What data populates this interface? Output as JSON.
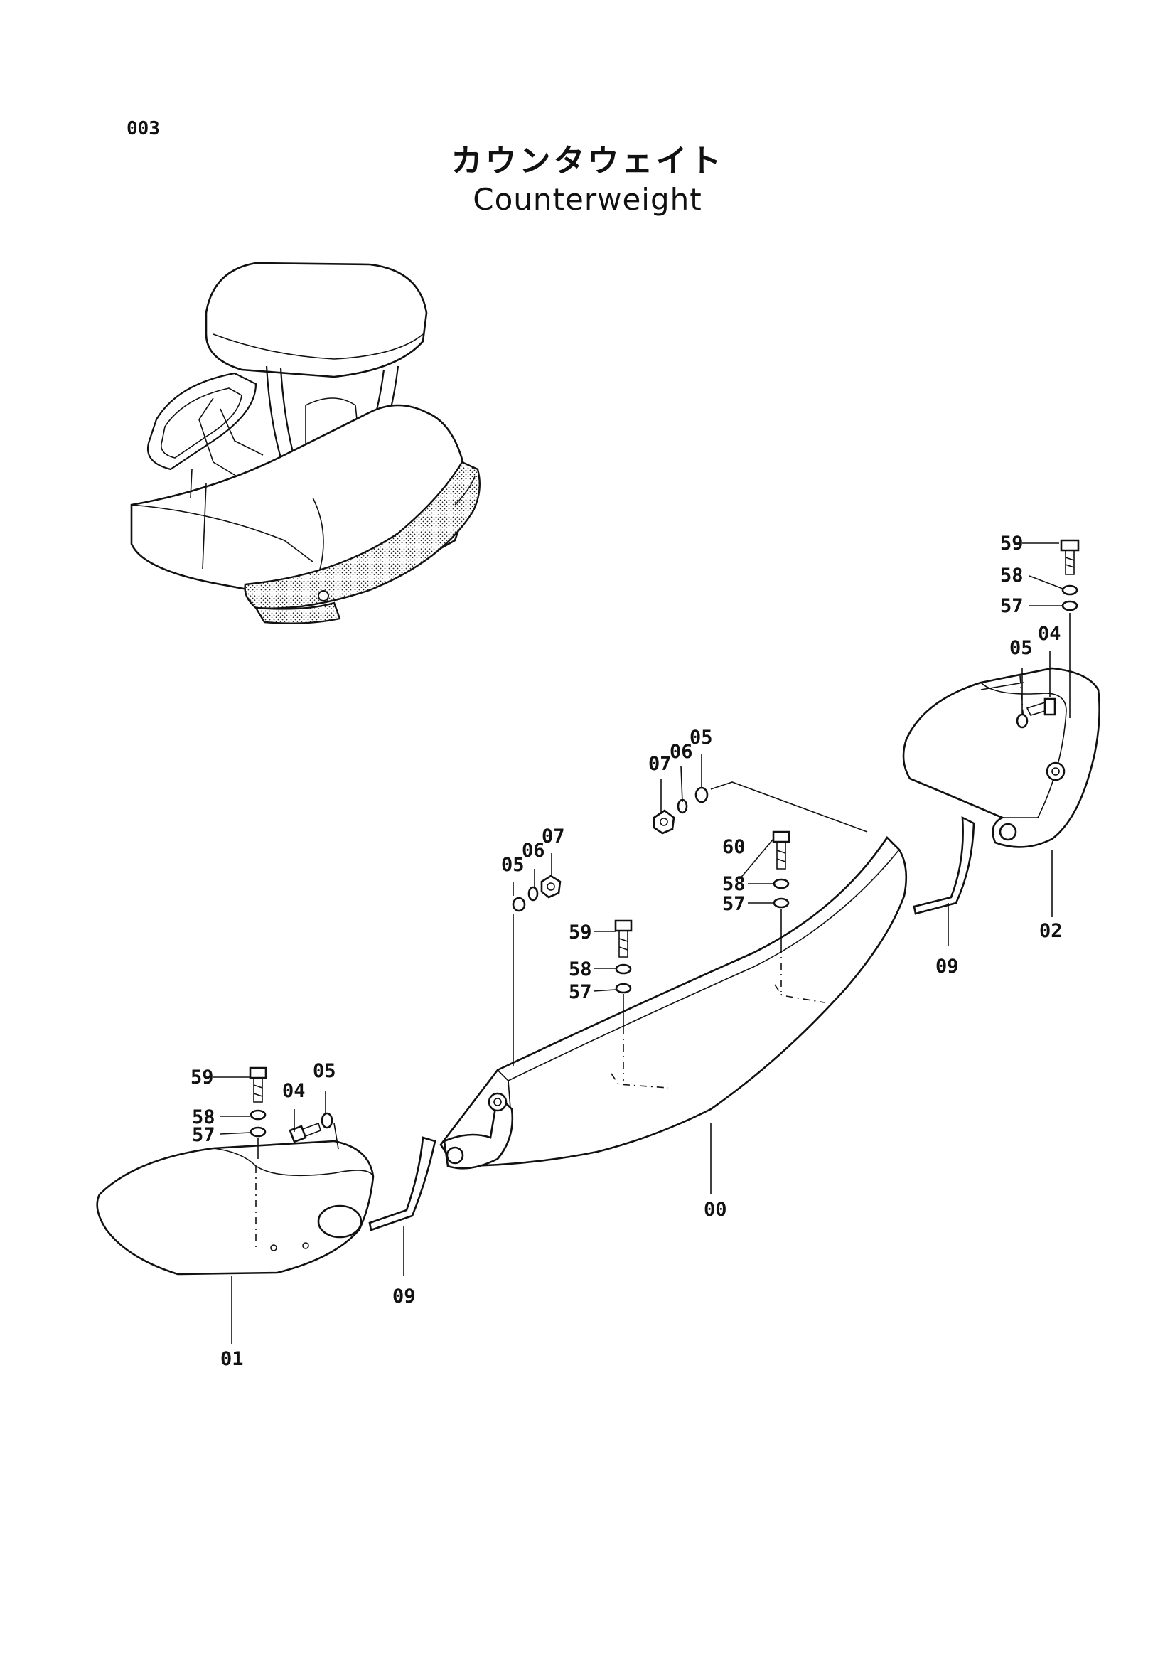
{
  "page": {
    "number": "003"
  },
  "title": {
    "japanese": "カウンタウェイト",
    "english": "Counterweight"
  },
  "callouts": {
    "c00": "00",
    "c01": "01",
    "c02": "02",
    "c04_right": "04",
    "c05_right": "05",
    "c57_right": "57",
    "c58_right": "58",
    "c59_right": "59",
    "c05_top": "05",
    "c06_top": "06",
    "c07_top": "07",
    "c05_mid": "05",
    "c06_mid": "06",
    "c07_mid": "07",
    "c60": "60",
    "c58_center": "58",
    "c57_center": "57",
    "c59_mid": "59",
    "c58_mid": "58",
    "c57_mid": "57",
    "c59_left": "59",
    "c58_left": "58",
    "c57_left": "57",
    "c04_left": "04",
    "c05_left": "05",
    "c09_left": "09",
    "c09_right": "09"
  },
  "icons": [
    "excavator-overview-icon",
    "bolt-icon",
    "washer-icon",
    "spring-washer-icon",
    "nut-icon",
    "rubber-strip-icon"
  ]
}
